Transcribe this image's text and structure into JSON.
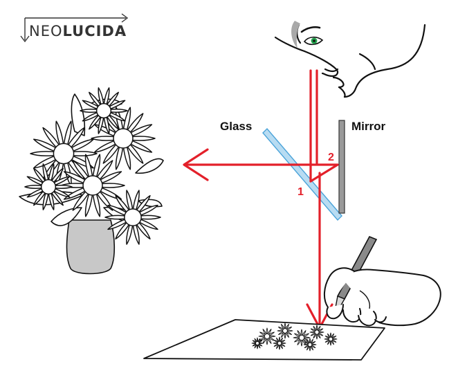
{
  "logo": {
    "part1": "NEO",
    "part2": "LUCIDA",
    "mark": "®",
    "color": "#333333"
  },
  "labels": {
    "glass": "Glass",
    "mirror": "Mirror",
    "point1": "1",
    "point2": "2"
  },
  "colors": {
    "ray": "#e3202a",
    "glass": "#4aa3d9",
    "glass_fill": "#b8dcf2",
    "mirror": "#9a9a9a",
    "eye": "#1fa24a",
    "vase": "#c8c8c8",
    "line": "#111111"
  },
  "icons": {
    "eye": "eye-icon",
    "flowers": "flower-vase-icon",
    "hand": "hand-with-pencil-icon"
  }
}
